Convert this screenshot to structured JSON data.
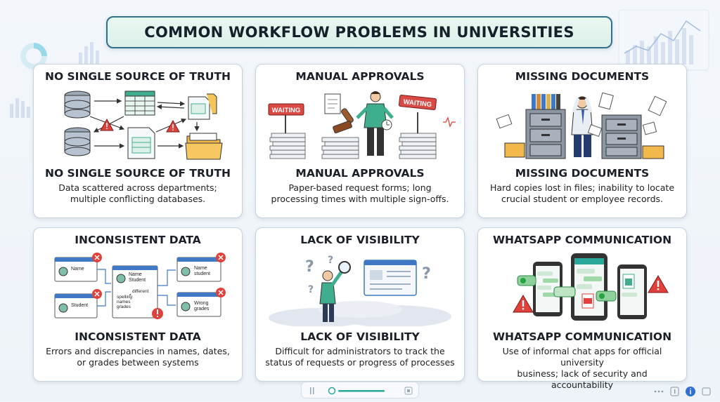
{
  "title": "COMMON WORKFLOW PROBLEMS IN UNIVERSITIES",
  "colors": {
    "accent": "#2f6f8f",
    "teal": "#2aa89a",
    "warning": "#e0413a",
    "sign": "#d94a45",
    "paper": "#e9edf2"
  },
  "cards": [
    {
      "heading": "NO SINGLE SOURCE OF TRUTH",
      "subheading": "NO SINGLE SOURCE OF TRUTH",
      "description": [
        "Data scattered across departments;",
        "multiple conflicting databases."
      ],
      "icons": [
        "database-icon",
        "spreadsheet-icon",
        "document-icon",
        "folder-icon",
        "warning-icon"
      ]
    },
    {
      "heading": "MANUAL APPROVALS",
      "subheading": "MANUAL APPROVALS",
      "description": [
        "Paper-based request forms; long",
        "processing times with multiple sign-offs."
      ],
      "signs": [
        "WAITING",
        "WAITING"
      ],
      "icons": [
        "paper-stack-icon",
        "rubber-stamp-icon",
        "clock-icon",
        "clerk-figure-icon"
      ]
    },
    {
      "heading": "MISSING DOCUMENTS",
      "subheading": "MISSING DOCUMENTS",
      "description": [
        "Hard copies lost in files; inability to locate",
        "crucial student or employee records."
      ],
      "icons": [
        "filing-cabinet-icon",
        "stressed-person-icon",
        "flying-paper-icon"
      ]
    },
    {
      "heading": "INCONSISTENT DATA",
      "subheading": "INCONSISTENT DATA",
      "description": [
        "Errors and discrepancies in names, dates,",
        "or grades between systems"
      ],
      "records": [
        {
          "lines": [
            "Name"
          ]
        },
        {
          "lines": [
            "Student"
          ]
        },
        {
          "lines": [
            "Name",
            "Student"
          ],
          "note": [
            "different",
            "spelling",
            "names",
            "grades"
          ]
        },
        {
          "lines": [
            "Name",
            "student"
          ]
        },
        {
          "lines": [
            "Wrong",
            "grades"
          ]
        }
      ],
      "icons": [
        "record-card-icon",
        "error-icon",
        "warning-icon"
      ]
    },
    {
      "heading": "LACK OF VISIBILITY",
      "subheading": "LACK OF VISIBILITY",
      "description": [
        "Difficult for administrators to track the",
        "status of requests or progress of processes"
      ],
      "marks": [
        "?",
        "?",
        "?",
        "?"
      ],
      "icons": [
        "person-with-magnifier-icon",
        "browser-window-icon",
        "question-mark-icon",
        "fog-icon"
      ]
    },
    {
      "heading": "WHATSAPP COMMUNICATION",
      "subheading": "WHATSAPP COMMUNICATION",
      "description": [
        "Use of informal chat apps for official university",
        "business; lack of security and accountability"
      ],
      "icons": [
        "smartphone-icon",
        "chat-bubble-icon",
        "pdf-file-icon",
        "warning-icon"
      ]
    }
  ]
}
